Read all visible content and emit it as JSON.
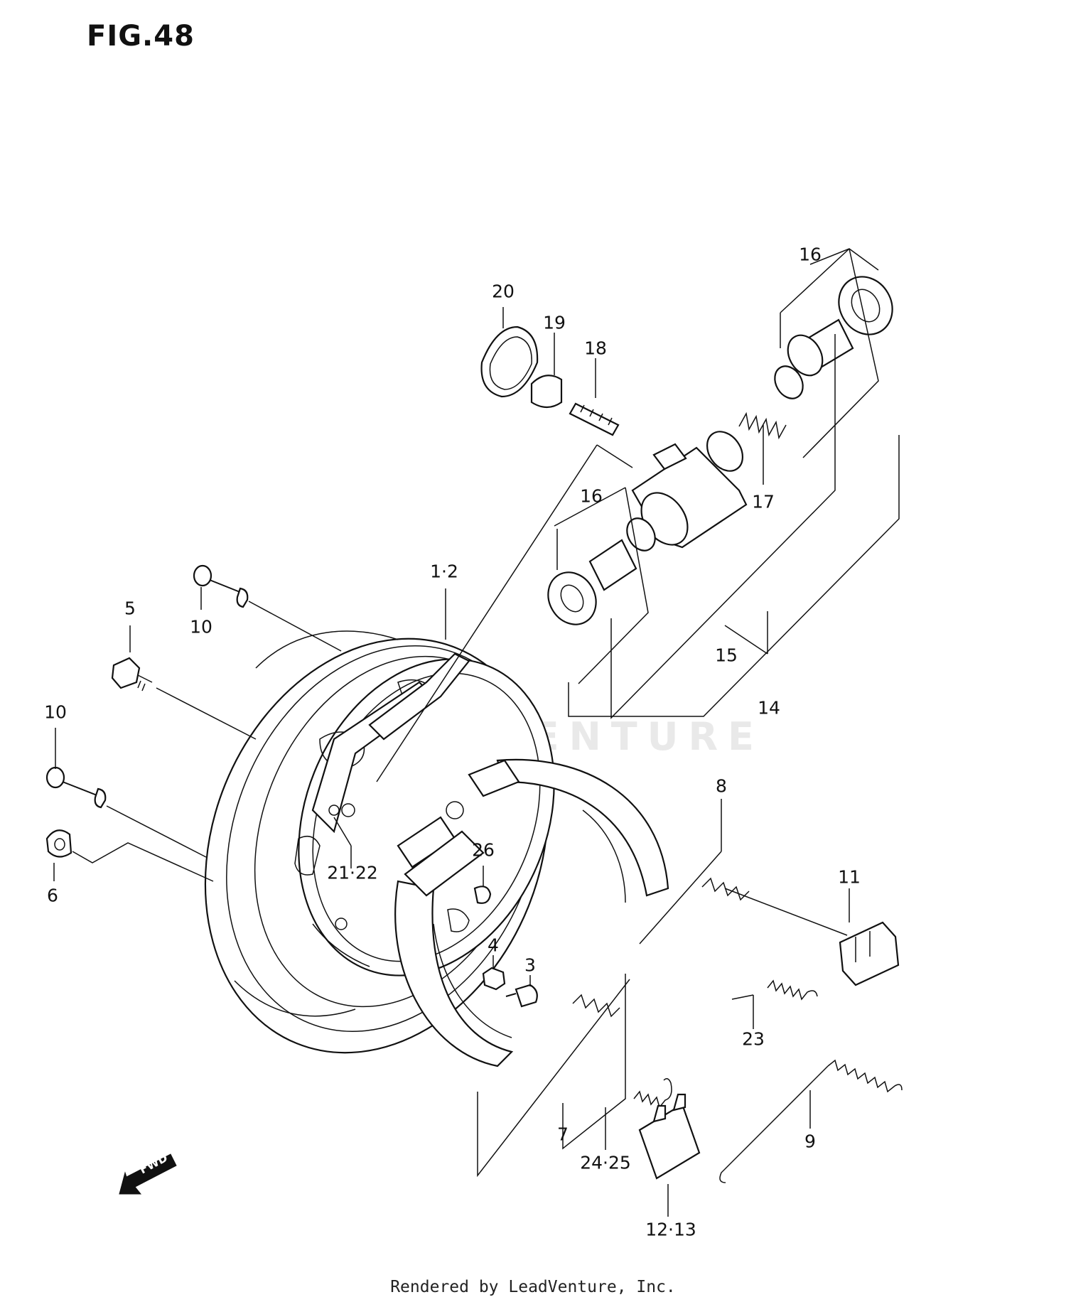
{
  "figure": {
    "title": "FIG.48"
  },
  "callouts": [
    {
      "id": "c20",
      "text": "20"
    },
    {
      "id": "c19",
      "text": "19"
    },
    {
      "id": "c18",
      "text": "18"
    },
    {
      "id": "c16a",
      "text": "16"
    },
    {
      "id": "c17",
      "text": "17"
    },
    {
      "id": "c16b",
      "text": "16"
    },
    {
      "id": "c15",
      "text": "15"
    },
    {
      "id": "c14",
      "text": "14"
    },
    {
      "id": "c12",
      "text": "1·2"
    },
    {
      "id": "c10a",
      "text": "10"
    },
    {
      "id": "c5",
      "text": "5"
    },
    {
      "id": "c10b",
      "text": "10"
    },
    {
      "id": "c6",
      "text": "6"
    },
    {
      "id": "c2122",
      "text": "21·22"
    },
    {
      "id": "c26",
      "text": "26"
    },
    {
      "id": "c8",
      "text": "8"
    },
    {
      "id": "c4",
      "text": "4"
    },
    {
      "id": "c3",
      "text": "3"
    },
    {
      "id": "c11",
      "text": "11"
    },
    {
      "id": "c23",
      "text": "23"
    },
    {
      "id": "c7",
      "text": "7"
    },
    {
      "id": "c9",
      "text": "9"
    },
    {
      "id": "c2425",
      "text": "24·25"
    },
    {
      "id": "c1213",
      "text": "12·13"
    }
  ],
  "fwd_label": "FWD",
  "watermark": "LEADVENTURE",
  "footer": "Rendered by LeadVenture, Inc."
}
